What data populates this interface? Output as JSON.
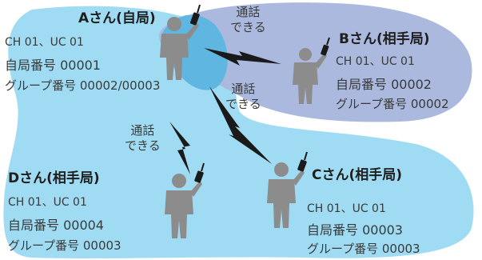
{
  "colors": {
    "own_area": "#9fdcf3",
    "other_area": "#aab9dd",
    "overlap_area": "#5fb6e1",
    "person": "#8c8c8c",
    "radio": "#1a1a1a",
    "lightning": "#1a1a1a"
  },
  "stations": {
    "a": {
      "name": "Aさん(自局)",
      "ch": "CH 01、UC 01",
      "own": "自局番号 00001",
      "group": "グループ番号 00002/00003"
    },
    "b": {
      "name": "Bさん(相手局)",
      "ch": "CH 01、UC 01",
      "own": "自局番号 00002",
      "group": "グループ番号 00002"
    },
    "c": {
      "name": "Cさん(相手局)",
      "ch": "CH 01、UC 01",
      "own": "自局番号 00003",
      "group": "グループ番号 00003"
    },
    "d": {
      "name": "Dさん(相手局)",
      "ch": "CH 01、UC 01",
      "own": "自局番号 00004",
      "group": "グループ番号 00003"
    }
  },
  "links": {
    "ab": {
      "line1": "通話",
      "line2": "できる"
    },
    "ac": {
      "line1": "通話",
      "line2": "できる"
    },
    "ad": {
      "line1": "通話",
      "line2": "できる"
    }
  },
  "icons": [
    "person-icon",
    "handheld-radio-icon",
    "lightning-bolt-icon"
  ]
}
